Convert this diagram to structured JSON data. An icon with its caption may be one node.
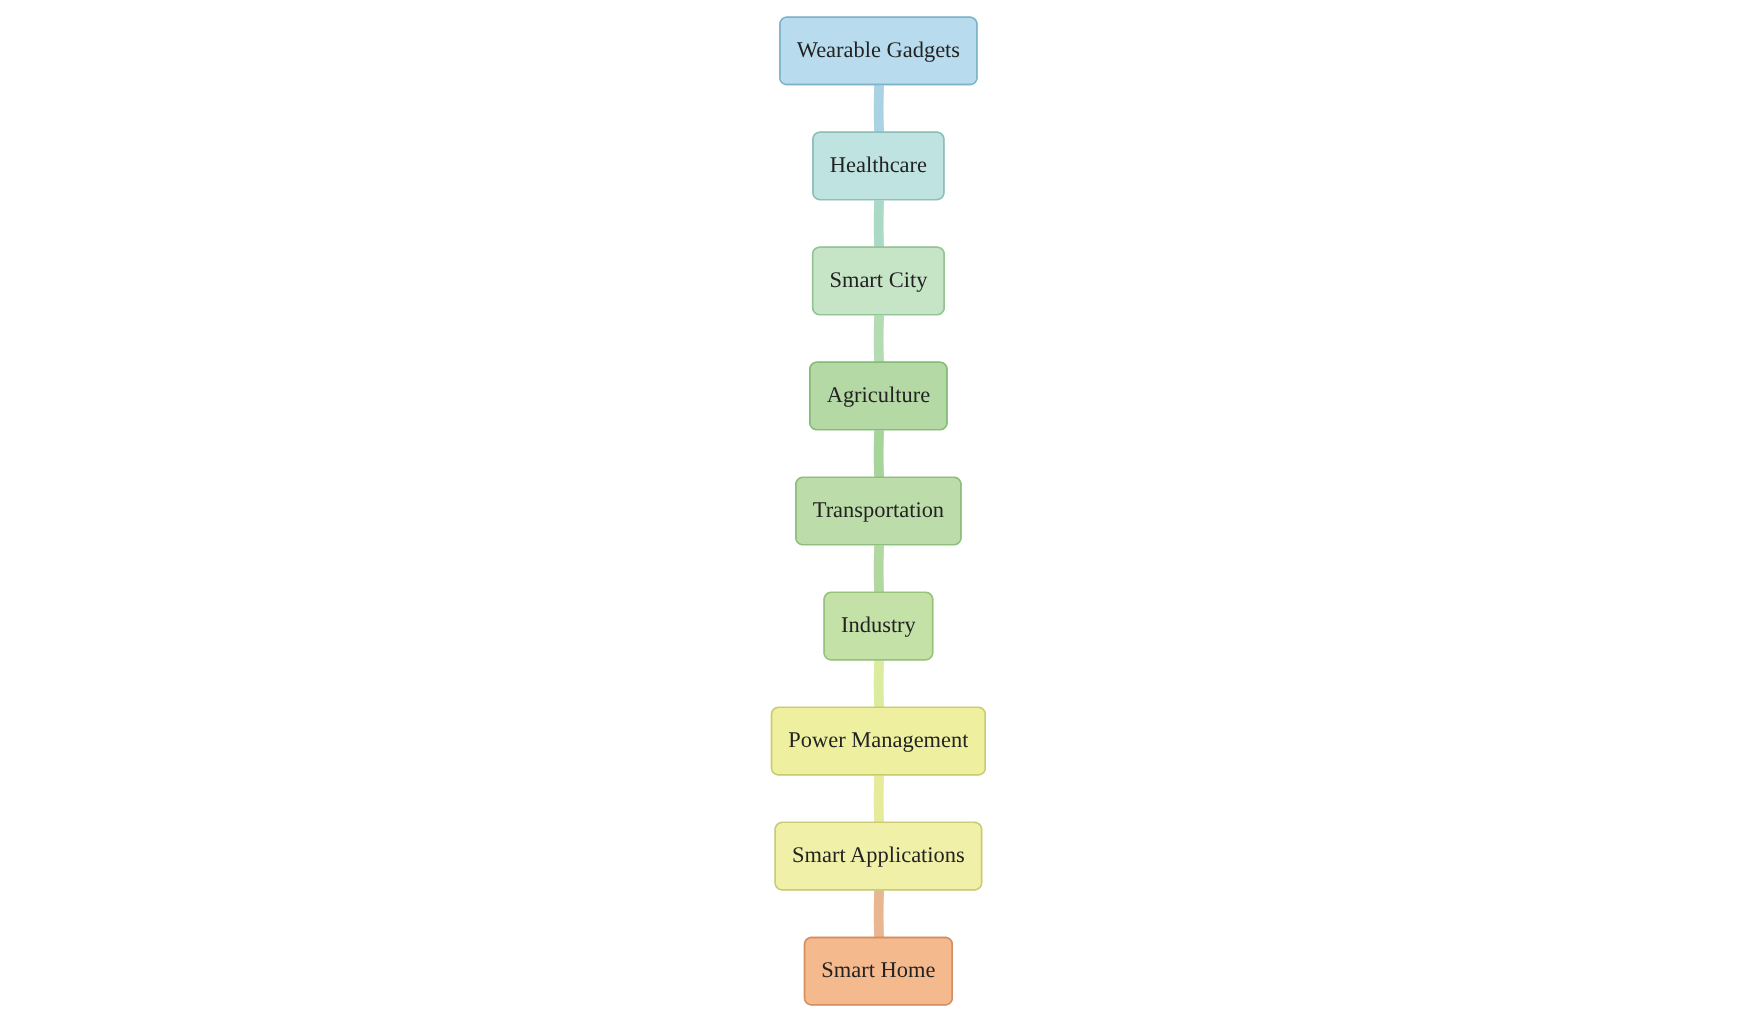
{
  "diagram": {
    "nodes": [
      {
        "text": [
          "Wearable Gadgets"
        ]
      },
      {
        "text": [
          "Healthcare"
        ]
      },
      {
        "text": [
          "Smart City"
        ]
      },
      {
        "text": [
          "Agriculture"
        ]
      },
      {
        "text": [
          "Transportation"
        ]
      },
      {
        "text": [
          "Industry"
        ]
      },
      {
        "text": [
          "Power Management"
        ]
      },
      {
        "text": [
          "Smart Applications"
        ]
      },
      {
        "text": [
          "Smart Home"
        ]
      }
    ],
    "edges": [
      {
        "from": 0,
        "to": 1,
        "arrow": "none",
        "color": "#a9d3e3"
      },
      {
        "from": 1,
        "to": 2,
        "arrow": "none",
        "color": "#aad9c6"
      },
      {
        "from": 2,
        "to": 3,
        "arrow": "none",
        "color": "#b3dcb3"
      },
      {
        "from": 3,
        "to": 4,
        "arrow": "none",
        "color": "#a6d49a"
      },
      {
        "from": 4,
        "to": 5,
        "arrow": "none",
        "color": "#b0d8a0"
      },
      {
        "from": 5,
        "to": 6,
        "arrow": "none",
        "color": "#dcec9e"
      },
      {
        "from": 6,
        "to": 7,
        "arrow": "none",
        "color": "#e6eb9c"
      },
      {
        "from": 7,
        "to": 8,
        "arrow": "none",
        "color": "#e8b690"
      }
    ]
  }
}
